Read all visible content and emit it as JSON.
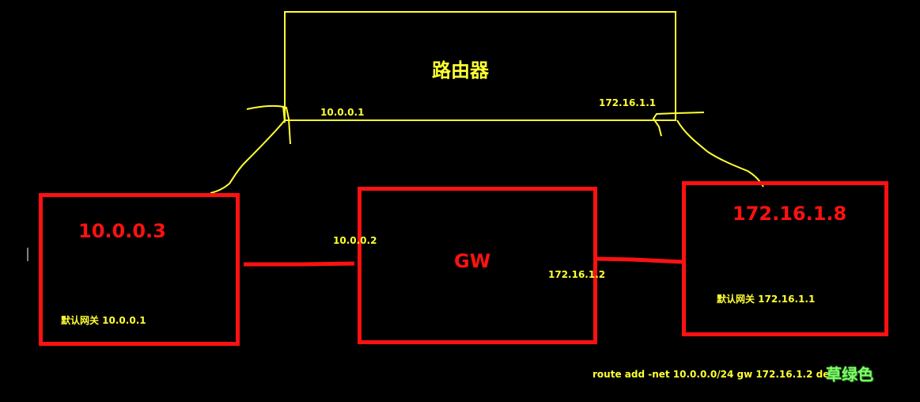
{
  "colors": {
    "background": "#000000",
    "router": "#ffff33",
    "host": "#ff1111",
    "watermark": "#7fff66"
  },
  "router": {
    "title": "路由器",
    "left_ip": "10.0.0.1",
    "right_ip": "172.16.1.1"
  },
  "host_left": {
    "ip": "10.0.0.3",
    "gateway_label": "默认网关 10.0.0.1"
  },
  "gateway": {
    "title": "GW",
    "left_ip": "10.0.0.2",
    "right_ip": "172.16.1.2"
  },
  "host_right": {
    "ip": "172.16.1.8",
    "gateway_label": "默认网关 172.16.1.1"
  },
  "command": "route add -net 10.0.0.0/24 gw  172.16.1.2 de",
  "watermark": "草绿色"
}
